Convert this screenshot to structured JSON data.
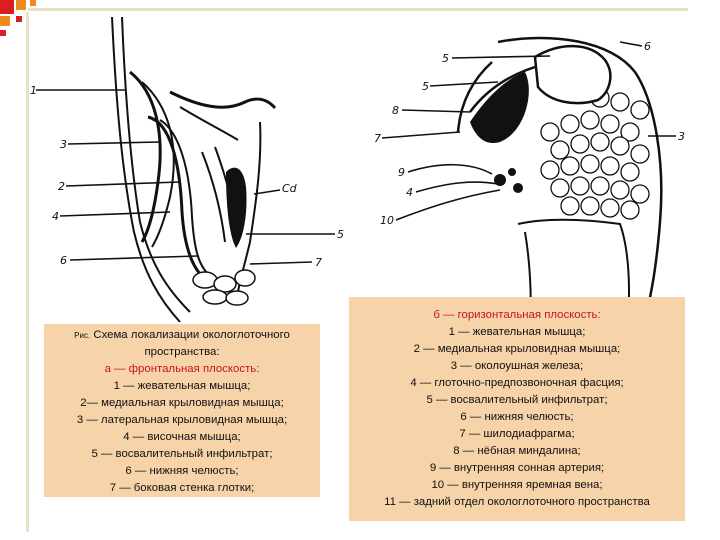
{
  "colors": {
    "caption_bg": "#f6d3a9",
    "accent_red": "#c8141e",
    "corner_red": "#d92020",
    "corner_orange": "#f08a1f",
    "frame": "#e8e2c0"
  },
  "figure": {
    "left_labels": [
      "1",
      "3",
      "2",
      "4",
      "6",
      "5",
      "7",
      "Cd"
    ],
    "right_labels": [
      "5",
      "5",
      "6",
      "8",
      "7",
      "3",
      "9",
      "4",
      "10"
    ]
  },
  "caption_left": {
    "prefix": "Рис.",
    "title_1": " Схема локализации окологлоточного",
    "title_2": "пространства:",
    "subtitle": "а — фронтальная плоскость:",
    "items": [
      "1 — жевательная мышца;",
      "2— медиальная крыловидная мышца;",
      "3 — латеральная крыловидная мышца;",
      "4 — височная мышца;",
      "5 — восвалительный инфильтрат;",
      "6 — нижняя челюсть;",
      "7 — боковая стенка глотки;"
    ]
  },
  "caption_right": {
    "subtitle": "б — горизонтальная плоскость:",
    "items": [
      "1 — жевательная мышца;",
      "2 — медиальная крыловидная мышца;",
      "3 — околоушная железа;",
      "4 — глоточно-предпозвоночная фасция;",
      "5 — восвалительный инфильтрат;",
      "6 — нижняя челюсть;",
      "7 — шилодиафрагма;",
      "8 — нёбная миндалина;",
      "9 — внутренняя сонная артерия;",
      "10 — внутренняя яремная вена;",
      "11 — задний отдел окологлоточного пространства"
    ]
  }
}
